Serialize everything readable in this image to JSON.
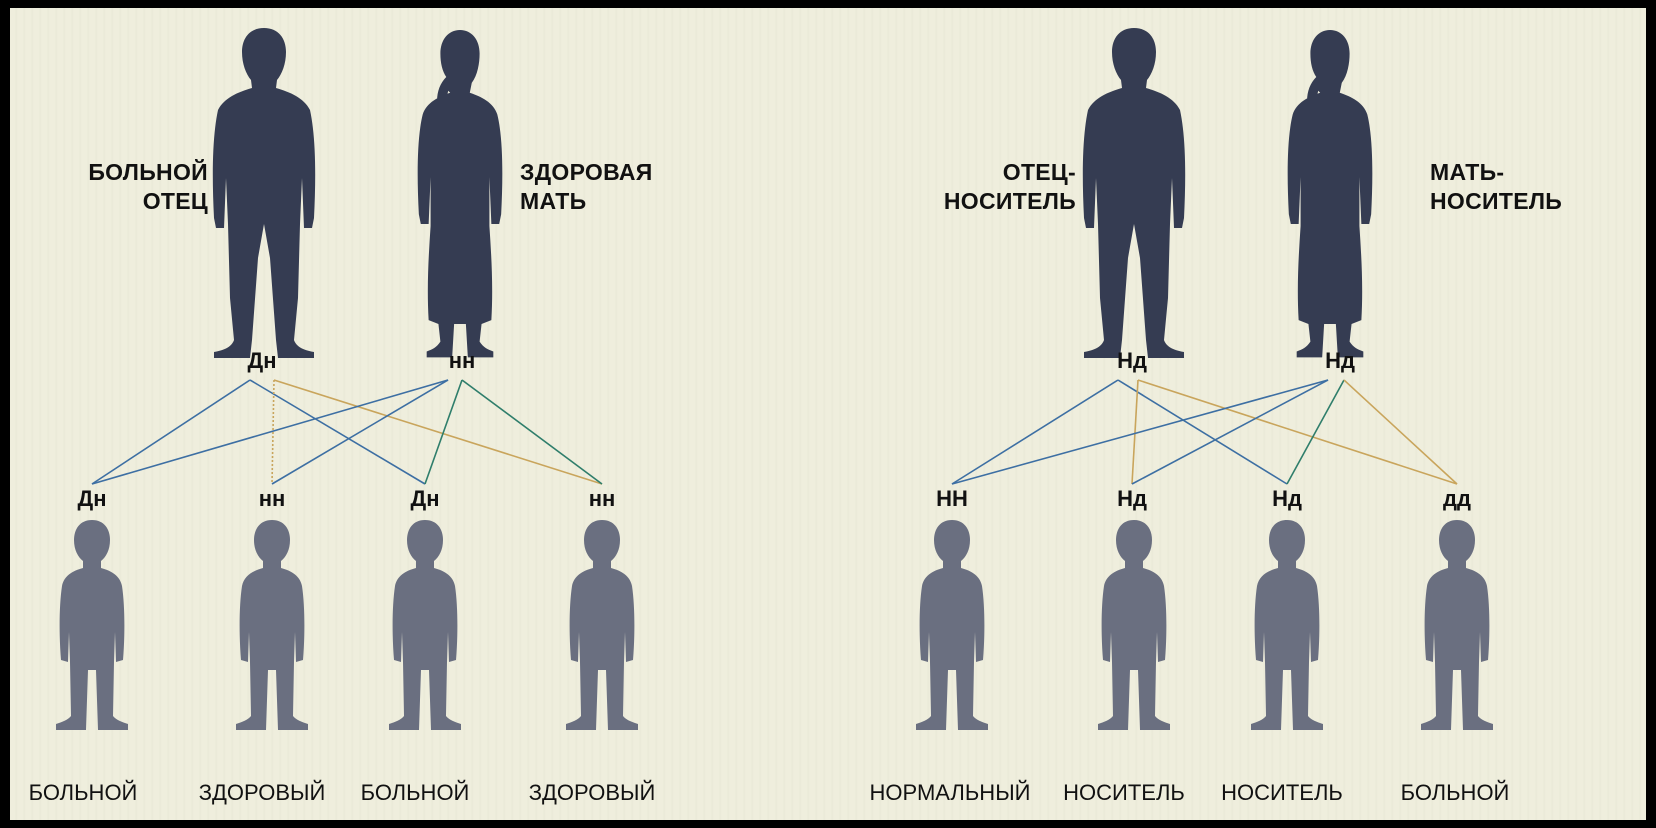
{
  "left_family": {
    "father": {
      "label_line1": "БОЛЬНОЙ",
      "label_line2": "ОТЕЦ",
      "genotype": "Дн"
    },
    "mother": {
      "label_line1": "ЗДОРОВАЯ",
      "label_line2": "МАТЬ",
      "genotype": "нн"
    },
    "children": [
      {
        "genotype": "Дн",
        "status": "БОЛЬНОЙ"
      },
      {
        "genotype": "нн",
        "status": "ЗДОРОВЫЙ"
      },
      {
        "genotype": "Дн",
        "status": "БОЛЬНОЙ"
      },
      {
        "genotype": "нн",
        "status": "ЗДОРОВЫЙ"
      }
    ]
  },
  "right_family": {
    "father": {
      "label_line1": "ОТЕЦ-",
      "label_line2": "НОСИТЕЛЬ",
      "genotype": "Нд"
    },
    "mother": {
      "label_line1": "МАТЬ-",
      "label_line2": "НОСИТЕЛЬ",
      "genotype": "Нд"
    },
    "children": [
      {
        "genotype": "НН",
        "status": "НОРМАЛЬНЫЙ"
      },
      {
        "genotype": "Нд",
        "status": "НОСИТЕЛЬ"
      },
      {
        "genotype": "Нд",
        "status": "НОСИТЕЛЬ"
      },
      {
        "genotype": "дд",
        "status": "БОЛЬНОЙ"
      }
    ]
  },
  "colors": {
    "parent_silhouette": "#353c52",
    "child_silhouette": "#6a6f80",
    "line_dominant": "#3d6fa3",
    "line_recessive": "#c9a55c",
    "line_mixed": "#2f7e6b",
    "background": "#efeedd"
  }
}
